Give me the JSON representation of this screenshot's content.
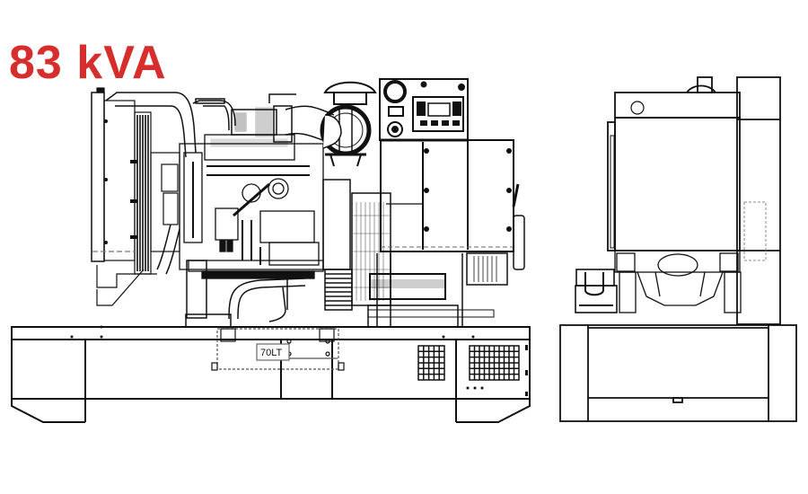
{
  "header": {
    "rating": "83 kVA",
    "rating_color": "#d62d2d"
  },
  "drawing": {
    "views": [
      {
        "name": "side-view",
        "description": "Generator set side elevation with radiator, engine, air filter, control panel, alternator and base frame fuel tank"
      },
      {
        "name": "end-view",
        "description": "Generator set end elevation with alternator, battery and base frame"
      }
    ],
    "fuel_tank_label": "70LT",
    "line_color": "#111111",
    "background": "#ffffff",
    "small_grille": {
      "cols": 5,
      "rows": 6
    },
    "large_grille": {
      "cols": 10,
      "rows": 6
    }
  }
}
